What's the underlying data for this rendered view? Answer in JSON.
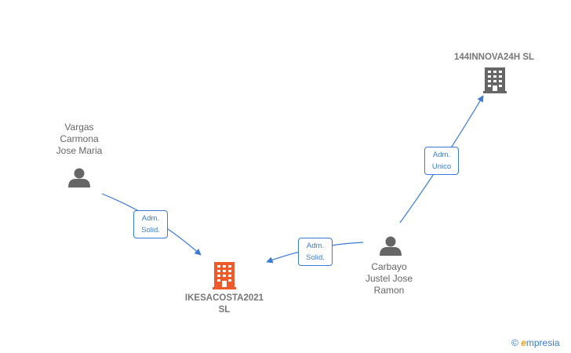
{
  "nodes": {
    "vargas": {
      "label": [
        "Vargas",
        "Carmona",
        "Jose Maria"
      ]
    },
    "ikesacosta": {
      "label": [
        "IKESACOSTA2021",
        "SL"
      ]
    },
    "carbayo": {
      "label": [
        "Carbayo",
        "Justel Jose",
        "Ramon"
      ]
    },
    "innova": {
      "label": [
        "144INNOVA24H SL"
      ]
    }
  },
  "edges": {
    "vargas_ikesacosta": {
      "label": [
        "Adm.",
        "Solid."
      ]
    },
    "carbayo_ikesacosta": {
      "label": [
        "Adm.",
        "Solid."
      ]
    },
    "carbayo_innova": {
      "label": [
        "Adm.",
        "Unico"
      ]
    }
  },
  "colors": {
    "edge": "#3a7bd5",
    "person": "#666666",
    "company_main": "#f0592a",
    "company_other": "#666666"
  },
  "icons": {
    "person": "person-icon",
    "company": "building-icon"
  },
  "footer": {
    "copyright": "©",
    "brand_initial": "e",
    "brand_rest": "mpresia"
  }
}
